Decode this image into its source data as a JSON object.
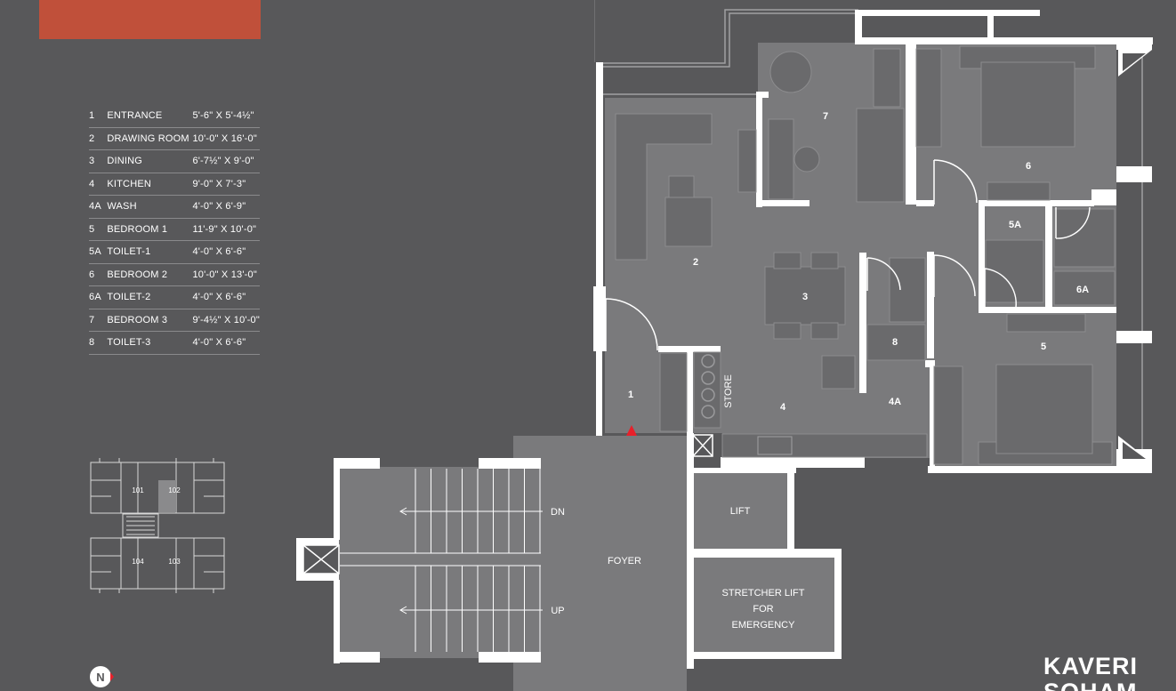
{
  "legend": [
    {
      "num": "1",
      "room": "ENTRANCE",
      "size": "5'-6\" X 5'-4½\""
    },
    {
      "num": "2",
      "room": "DRAWING ROOM",
      "size": "10'-0\" X 16'-0\""
    },
    {
      "num": "3",
      "room": "DINING",
      "size": "6'-7½\" X 9'-0\""
    },
    {
      "num": "4",
      "room": "KITCHEN",
      "size": "9'-0\" X 7'-3\""
    },
    {
      "num": "4A",
      "room": "WASH",
      "size": "4'-0\" X 6'-9\""
    },
    {
      "num": "5",
      "room": "BEDROOM 1",
      "size": "11'-9\" X 10'-0\""
    },
    {
      "num": "5A",
      "room": "TOILET-1",
      "size": "4'-0\" X 6'-6\""
    },
    {
      "num": "6",
      "room": "BEDROOM 2",
      "size": "10'-0\" X 13'-0\""
    },
    {
      "num": "6A",
      "room": "TOILET-2",
      "size": "4'-0\" X 6'-6\""
    },
    {
      "num": "7",
      "room": "BEDROOM 3",
      "size": "9'-4½\" X 10'-0\""
    },
    {
      "num": "8",
      "room": "TOILET-3",
      "size": "4'-0\" X 6'-6\""
    }
  ],
  "plan_labels": {
    "r1": "1",
    "r2": "2",
    "r3": "3",
    "r4": "4",
    "r4a": "4A",
    "r5": "5",
    "r5a": "5A",
    "r6": "6",
    "r6a": "6A",
    "r7": "7",
    "r8": "8",
    "store": "STORE",
    "foyer": "FOYER",
    "lift": "LIFT",
    "stretcher_1": "STRETCHER LIFT",
    "stretcher_2": "FOR",
    "stretcher_3": "EMERGENCY",
    "dn": "DN",
    "up": "UP"
  },
  "key_plan": {
    "u101": "101",
    "u102": "102",
    "u103": "103",
    "u104": "104"
  },
  "compass_label": "N",
  "brand": {
    "line1": "KAVERI",
    "line2": "SOHAM"
  },
  "colors": {
    "background": "#58585a",
    "floor": "#7a7a7c",
    "wall": "#ffffff",
    "banner": "#c0503a",
    "entry_marker": "#e8202a"
  }
}
